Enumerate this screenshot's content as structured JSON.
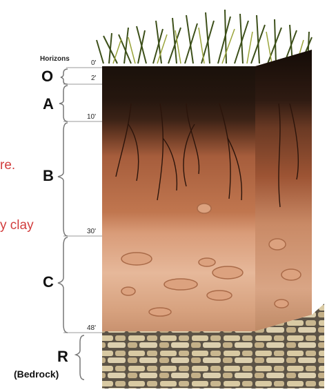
{
  "diagram": {
    "title": "Horizons",
    "horizons": [
      {
        "letter": "O"
      },
      {
        "letter": "A"
      },
      {
        "letter": "B"
      },
      {
        "letter": "C"
      },
      {
        "letter": "R",
        "sublabel": "(Bedrock)"
      }
    ],
    "depths": [
      "0'",
      "2'",
      "10'",
      "30'",
      "48'"
    ],
    "fragments": [
      "re.",
      "y clay"
    ]
  },
  "colors": {
    "fragment_text": "#d23d3d",
    "o_horizon": "#1e1510",
    "a_horizon": "#3a2418",
    "b_horizon": "#b86a45",
    "c_horizon": "#e2b08c",
    "bedrock": "#cdbb95"
  }
}
